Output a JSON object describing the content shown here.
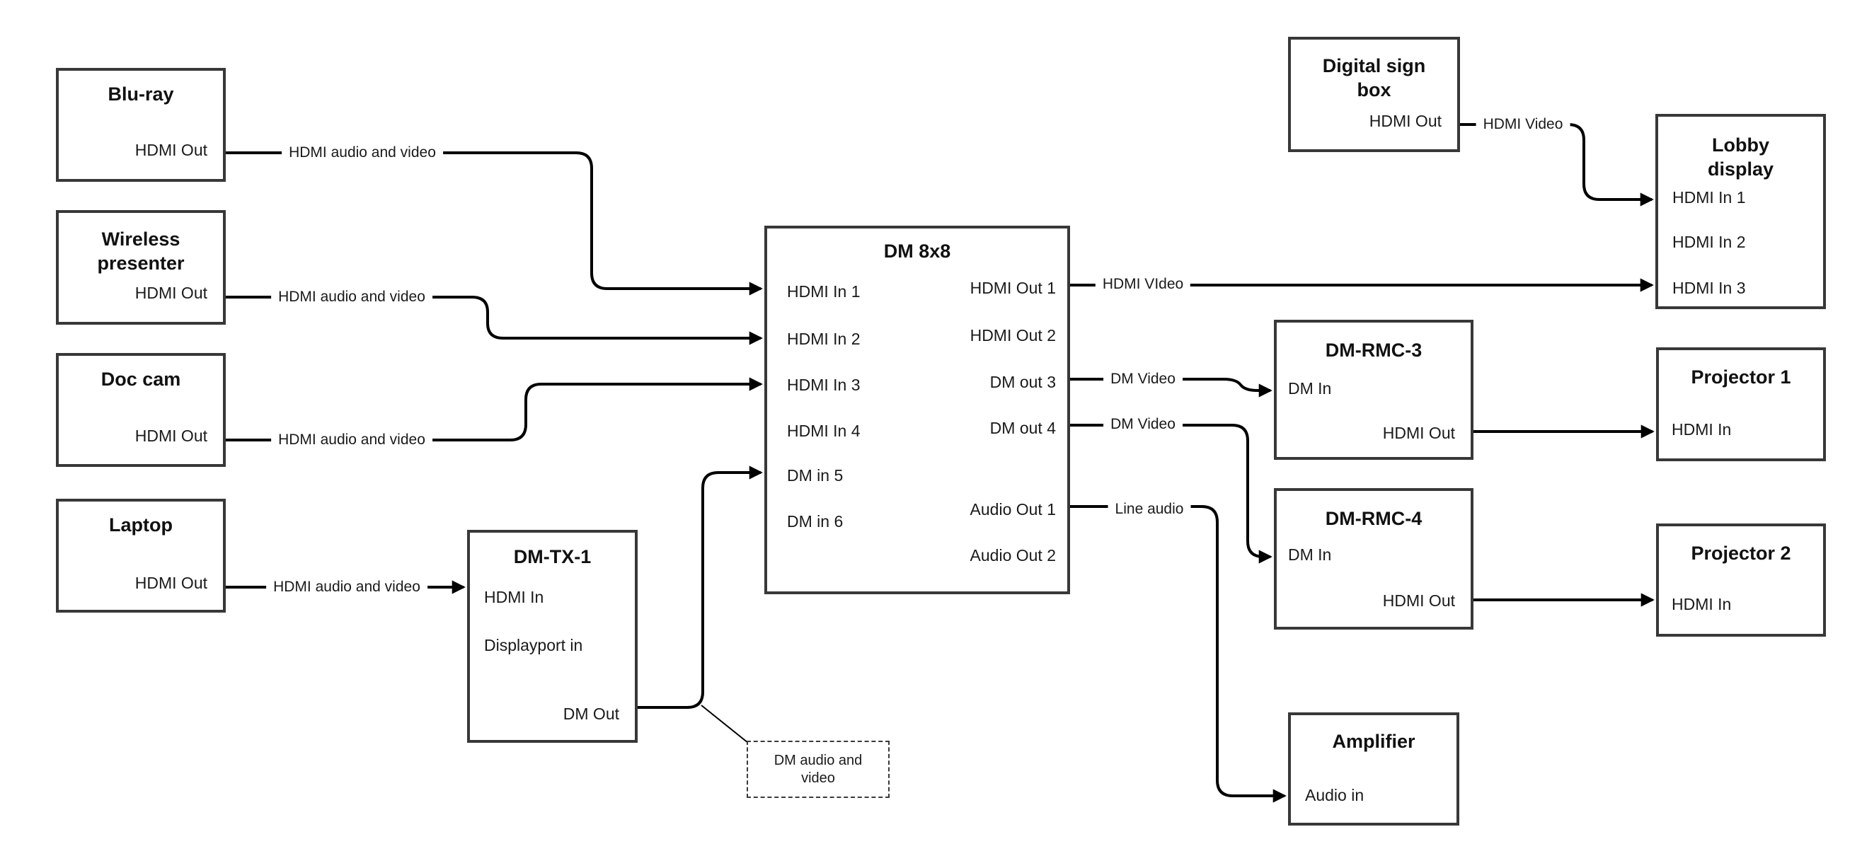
{
  "colors": {
    "background": "#ffffff",
    "wire": "#000000",
    "box_border": "#383838",
    "text": "#111111"
  },
  "nodes": {
    "bluray": {
      "title": "Blu-ray",
      "ports": {
        "hdmi_out": "HDMI Out"
      }
    },
    "wireless": {
      "title": "Wireless presenter",
      "ports": {
        "hdmi_out": "HDMI Out"
      }
    },
    "doccam": {
      "title": "Doc cam",
      "ports": {
        "hdmi_out": "HDMI Out"
      }
    },
    "laptop": {
      "title": "Laptop",
      "ports": {
        "hdmi_out": "HDMI Out"
      }
    },
    "dmtx1": {
      "title": "DM-TX-1",
      "ports": {
        "hdmi_in": "HDMI In",
        "displayport_in": "Displayport in",
        "dm_out": "DM Out"
      }
    },
    "dm8x8": {
      "title": "DM 8x8",
      "ports": {
        "in1": "HDMI In 1",
        "in2": "HDMI In 2",
        "in3": "HDMI In 3",
        "in4": "HDMI In 4",
        "in5": "DM in 5",
        "in6": "DM in 6",
        "out1": "HDMI Out 1",
        "out2": "HDMI Out 2",
        "out3": "DM out 3",
        "out4": "DM out 4",
        "aout1": "Audio Out 1",
        "aout2": "Audio Out 2"
      }
    },
    "signbox": {
      "title": "Digital sign box",
      "ports": {
        "hdmi_out": "HDMI Out"
      }
    },
    "lobby": {
      "title": "Lobby display",
      "ports": {
        "in1": "HDMI In 1",
        "in2": "HDMI In 2",
        "in3": "HDMI In 3"
      }
    },
    "rmc3": {
      "title": "DM-RMC-3",
      "ports": {
        "dm_in": "DM In",
        "hdmi_out": "HDMI Out"
      }
    },
    "rmc4": {
      "title": "DM-RMC-4",
      "ports": {
        "dm_in": "DM In",
        "hdmi_out": "HDMI Out"
      }
    },
    "proj1": {
      "title": "Projector 1",
      "ports": {
        "hdmi_in": "HDMI In"
      }
    },
    "proj2": {
      "title": "Projector 2",
      "ports": {
        "hdmi_in": "HDMI In"
      }
    },
    "amp": {
      "title": "Amplifier",
      "ports": {
        "audio_in": "Audio in"
      }
    }
  },
  "note": {
    "text": "DM audio and video"
  },
  "labels": {
    "hdmi_audio_video": "HDMI audio and video",
    "hdmi_video": "HDMI Video",
    "hdmi_video_caps": "HDMI VIdeo",
    "dm_video": "DM Video",
    "line_audio": "Line audio"
  },
  "connections": [
    {
      "from": "Blu-ray HDMI Out",
      "to": "DM 8x8 HDMI In 1",
      "label": "HDMI audio and video"
    },
    {
      "from": "Wireless presenter HDMI Out",
      "to": "DM 8x8 HDMI In 2",
      "label": "HDMI audio and video"
    },
    {
      "from": "Doc cam HDMI Out",
      "to": "DM 8x8 HDMI In 3",
      "label": "HDMI audio and video"
    },
    {
      "from": "Laptop HDMI Out",
      "to": "DM-TX-1 HDMI In",
      "label": "HDMI audio and video"
    },
    {
      "from": "DM-TX-1 DM Out",
      "to": "DM 8x8 DM in 5",
      "label": "DM audio and video"
    },
    {
      "from": "Digital sign box HDMI Out",
      "to": "Lobby display HDMI In 1",
      "label": "HDMI Video"
    },
    {
      "from": "DM 8x8 HDMI Out 1",
      "to": "Lobby display HDMI In 3",
      "label": "HDMI VIdeo"
    },
    {
      "from": "DM 8x8 DM out 3",
      "to": "DM-RMC-3 DM In",
      "label": "DM Video"
    },
    {
      "from": "DM 8x8 DM out 4",
      "to": "DM-RMC-4 DM In",
      "label": "DM Video"
    },
    {
      "from": "DM 8x8 Audio Out 1",
      "to": "Amplifier Audio in",
      "label": "Line audio"
    },
    {
      "from": "DM-RMC-3 HDMI Out",
      "to": "Projector 1 HDMI In",
      "label": ""
    },
    {
      "from": "DM-RMC-4 HDMI Out",
      "to": "Projector 2 HDMI In",
      "label": ""
    }
  ]
}
